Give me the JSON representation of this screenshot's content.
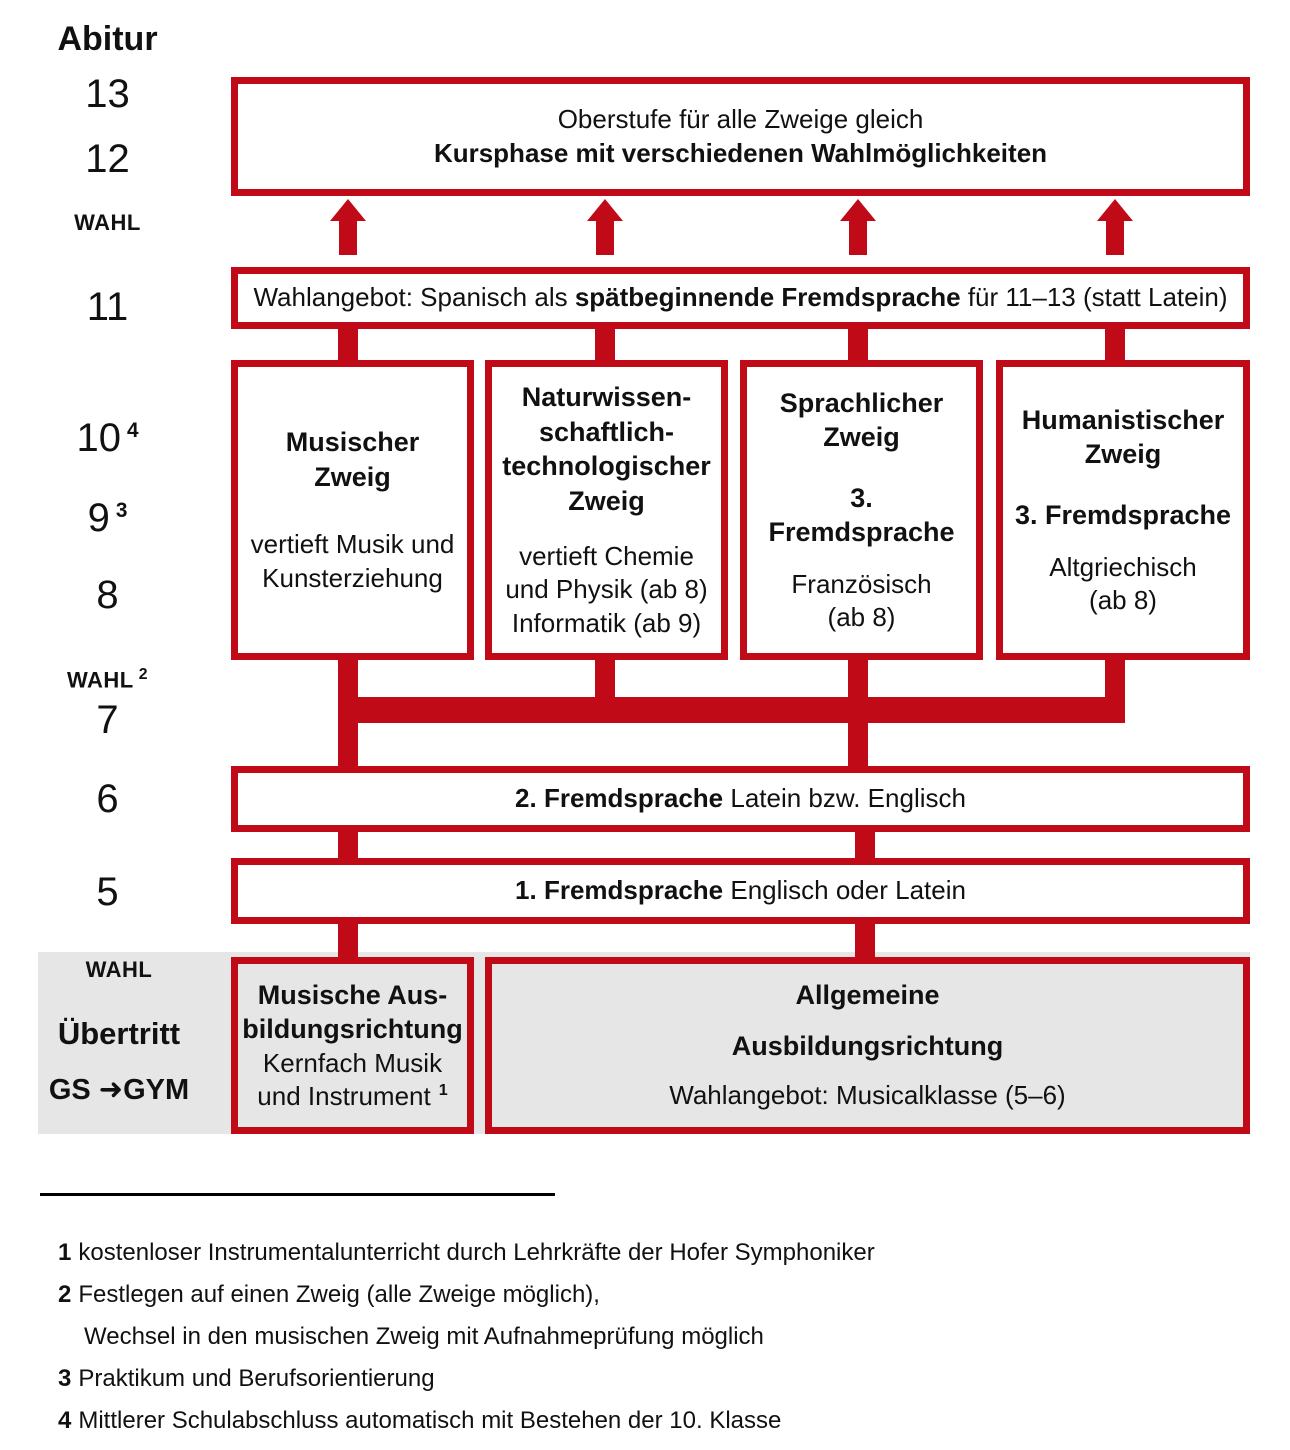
{
  "header": {
    "abitur_label": "Abitur"
  },
  "grades": {
    "g13": "13",
    "g12": "12",
    "wahl_top": "WAHL",
    "g11": "11",
    "g10": "10",
    "g10_sup": "4",
    "g9": "9",
    "g9_sup": "3",
    "g8": "8",
    "wahl_mid": "WAHL",
    "wahl_mid_sup": "2",
    "g7": "7",
    "g6": "6",
    "g5": "5",
    "wahl_bottom": "WAHL",
    "uebertritt": "Übertritt",
    "gs_gym": "GS ➜GYM"
  },
  "oberstufe": {
    "line1": "Oberstufe für alle Zweige gleich",
    "line2": "Kursphase mit verschiedenen Wahlmöglichkeiten"
  },
  "spanisch": {
    "pre": "Wahlangebot: Spanisch als ",
    "bold": "spätbeginnende Fremdsprache",
    "post": " für 11–13 (statt Latein)"
  },
  "branches": [
    {
      "title_lines": [
        "Musischer",
        "Zweig"
      ],
      "sub_bold": "",
      "detail_lines": [
        "vertieft Musik und",
        "Kunsterziehung"
      ]
    },
    {
      "title_lines": [
        "Naturwissen-",
        "schaftlich-",
        "technologischer",
        "Zweig"
      ],
      "sub_bold": "",
      "detail_lines": [
        "vertieft Chemie",
        "und Physik (ab 8)",
        "Informatik (ab 9)"
      ]
    },
    {
      "title_lines": [
        "Sprachlicher",
        "Zweig"
      ],
      "sub_bold": "3. Fremdsprache",
      "detail_lines": [
        "Französisch",
        "(ab 8)"
      ]
    },
    {
      "title_lines": [
        "Humanistischer",
        "Zweig"
      ],
      "sub_bold": "3. Fremdsprache",
      "detail_lines": [
        "Altgriechisch",
        "(ab 8)"
      ]
    }
  ],
  "fremdsprache2": {
    "bold": "2. Fremdsprache",
    "rest": " Latein bzw. Englisch"
  },
  "fremdsprache1": {
    "bold": "1. Fremdsprache",
    "rest": " Englisch oder Latein"
  },
  "musische": {
    "title_lines": [
      "Musische Aus-",
      "bildungsrichtung"
    ],
    "detail_lines": [
      "Kernfach Musik",
      "und Instrument"
    ],
    "footnote_marker": "1"
  },
  "allgemeine": {
    "title_line1": "Allgemeine",
    "title_line2": "Ausbildungsrichtung",
    "detail": "Wahlangebot: Musicalklasse (5–6)"
  },
  "footnotes": [
    {
      "num": "1",
      "text": "kostenloser Instrumentalunterricht durch Lehrkräfte der Hofer Symphoniker"
    },
    {
      "num": "2",
      "text": "Festlegen auf einen Zweig (alle Zweige möglich),"
    },
    {
      "num": "",
      "text": "Wechsel in den musischen Zweig mit Aufnahmeprüfung möglich"
    },
    {
      "num": "3",
      "text": "Praktikum und Berufsorientierung"
    },
    {
      "num": "4",
      "text": "Mittlerer Schulabschluss automatisch mit Bestehen der 10. Klasse"
    }
  ],
  "colors": {
    "red": "#C00A17",
    "gray": "#E6E6E6",
    "text": "#111111"
  }
}
